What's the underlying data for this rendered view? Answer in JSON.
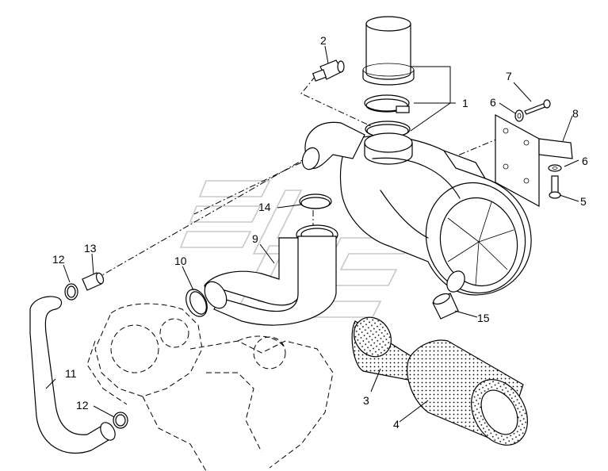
{
  "callouts": {
    "c1": "1",
    "c2": "2",
    "c3": "3",
    "c4": "4",
    "c5": "5",
    "c6a": "6",
    "c6b": "6",
    "c7": "7",
    "c8": "8",
    "c9": "9",
    "c10": "10",
    "c11": "11",
    "c12a": "12",
    "c12b": "12",
    "c13": "13",
    "c14": "14",
    "c15": "15"
  }
}
